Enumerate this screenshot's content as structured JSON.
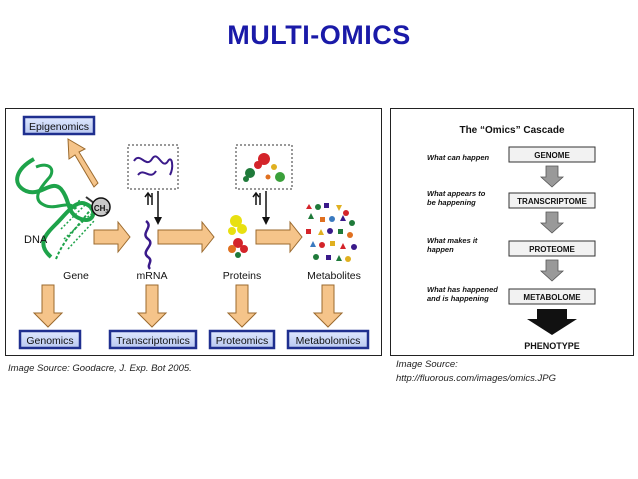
{
  "title": "MULTI-OMICS",
  "left_diagram": {
    "boxes": {
      "epigenomics": "Epigenomics",
      "genomics": "Genomics",
      "transcriptomics": "Transcriptomics",
      "proteomics": "Proteomics",
      "metabolomics": "Metabolomics"
    },
    "labels": {
      "dna": "DNA",
      "gene": "Gene",
      "mrna": "mRNA",
      "proteins": "Proteins",
      "metabolites": "Metabolites",
      "methyl": "CH",
      "methyl_sub": "3"
    },
    "colors": {
      "arrow_fill": "#f5c48a",
      "arrow_stroke": "#9b6a2e",
      "box_border": "#1f2f8f",
      "dna_green": "#1ea34a",
      "mrna_purple": "#3a1a8a"
    }
  },
  "right_diagram": {
    "title": "The “Omics” Cascade",
    "rows": [
      {
        "question": "What can happen",
        "box": "GENOME"
      },
      {
        "question": "What appears to be happening",
        "box": "TRANSCRIPTOME"
      },
      {
        "question": "What makes it happen",
        "box": "PROTEOME"
      },
      {
        "question": "What has happened and is happening",
        "box": "METABOLOME"
      }
    ],
    "final": "PHENOTYPE",
    "question_lines": [
      [
        "What can happen"
      ],
      [
        "What appears to",
        "be happening"
      ],
      [
        "What makes it",
        "happen"
      ],
      [
        "What has happened",
        "and is happening"
      ]
    ]
  },
  "captions": {
    "left": "Image Source: Goodacre, J. Exp. Bot 2005.",
    "right_line1": "Image Source:",
    "right_line2": "http://fluorous.com/images/omics.JPG"
  }
}
